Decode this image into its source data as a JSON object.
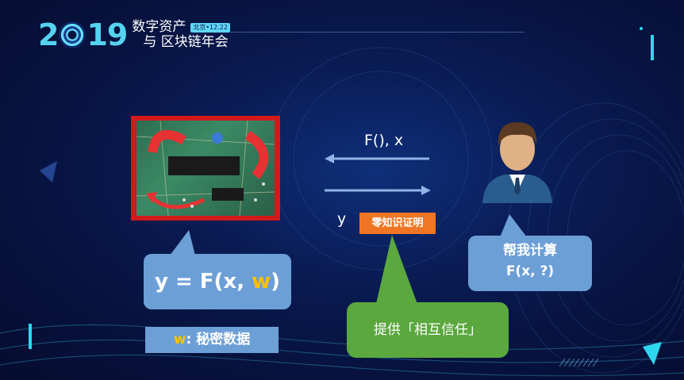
{
  "logo": {
    "year_a": "2",
    "year_b": "19",
    "line1": "数字资产",
    "badge": "北京•12.22",
    "line2": "与 区块链年会"
  },
  "protocol": {
    "arrow_top_label": "F(), x",
    "arrow_bottom_label": "y",
    "zk_badge": "零知识证明"
  },
  "prover": {
    "formula_prefix": "y = F(x, ",
    "formula_w": "w",
    "formula_suffix": ")",
    "secret_w": "w",
    "secret_text": ": 秘密数据"
  },
  "verifier": {
    "request_line1": "帮我计算",
    "request_line2": "F(x, ?)"
  },
  "trust": {
    "label": "提供「相互信任」"
  },
  "colors": {
    "callout_blue": "#6c9fd6",
    "trust_green": "#5aa83e",
    "zk_orange": "#f07623",
    "accent_yellow": "#ffc000",
    "chip_frame_red": "#d21a1a",
    "cyan_accent": "#2fd6f0"
  }
}
